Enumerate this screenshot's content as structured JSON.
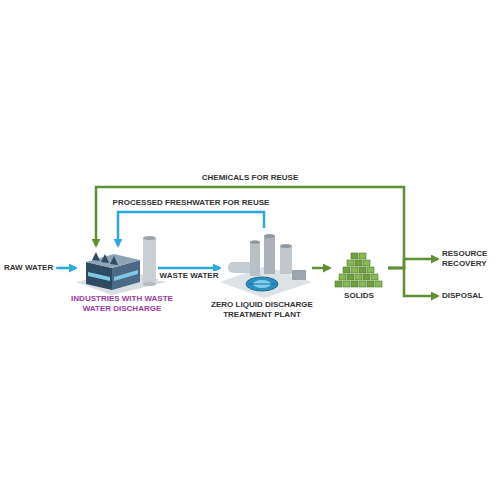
{
  "diagram": {
    "nodes": [
      {
        "text": [
          "RAW WATER"
        ]
      },
      {
        "text": [
          "INDUSTRIES WITH WASTE WATER DISCHARGE"
        ]
      },
      {
        "text": [
          "ZERO LIQUID DISCHARGE TREATMENT PLANT"
        ]
      },
      {
        "text": [
          "SOLIDS"
        ]
      },
      {
        "text": [
          "RESOURCE RECOVERY"
        ]
      },
      {
        "text": [
          "DISPOSAL"
        ]
      }
    ],
    "edges": [
      {
        "from": 0,
        "to": 1,
        "arrow": "to"
      },
      {
        "from": 1,
        "to": 2,
        "label": "WASTE WATER",
        "arrow": "to"
      },
      {
        "from": 2,
        "to": 1,
        "label": "PROCESSED FRESHWATER FOR REUSE",
        "arrow": "to"
      },
      {
        "from": 2,
        "to": 3,
        "arrow": "to"
      },
      {
        "from": 3,
        "to": 1,
        "label": "CHEMICALS FOR REUSE",
        "arrow": "to"
      },
      {
        "from": 3,
        "to": 4,
        "arrow": "to"
      },
      {
        "from": 3,
        "to": 5,
        "arrow": "to"
      }
    ]
  }
}
